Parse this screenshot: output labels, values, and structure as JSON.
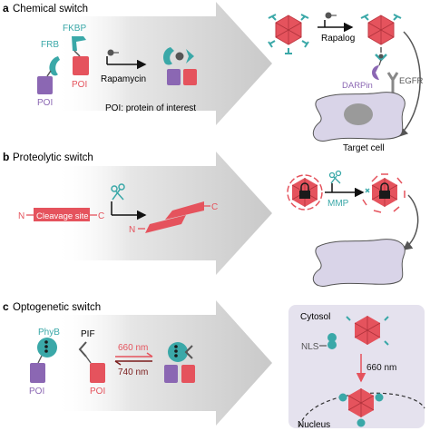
{
  "panels": {
    "a": {
      "letter": "a",
      "title": "Chemical switch",
      "labels": {
        "frb": "FRB",
        "fkbp": "FKBP",
        "poi_left": "POI",
        "poi_right": "POI",
        "rapamycin": "Rapamycin",
        "poi_legend": "POI: protein of interest",
        "rapalog": "Rapalog",
        "darpin": "DARPin",
        "egfr": "EGFR",
        "target_cell": "Target cell"
      }
    },
    "b": {
      "letter": "b",
      "title": "Proteolytic switch",
      "labels": {
        "n_terminal": "N",
        "cleavage_site": "Cleavage site",
        "c_terminal": "C",
        "c_product": "C",
        "n_product": "N",
        "mmp": "MMP"
      }
    },
    "c": {
      "letter": "c",
      "title": "Optogenetic switch",
      "labels": {
        "phyb": "PhyB",
        "pif": "PIF",
        "poi_left": "POI",
        "poi_right": "POI",
        "wavelength_660": "660 nm",
        "wavelength_740": "740 nm",
        "cytosol": "Cytosol",
        "nls": "NLS",
        "wavelength_660_right": "660 nm",
        "nucleus": "Nucleus"
      }
    }
  },
  "colors": {
    "teal": "#3aa8a8",
    "purple": "#8b67b3",
    "red": "#e5535d",
    "dark_red": "#7a1c1c",
    "cell": "#d9d4e8",
    "gray": "#5a5a5a"
  }
}
